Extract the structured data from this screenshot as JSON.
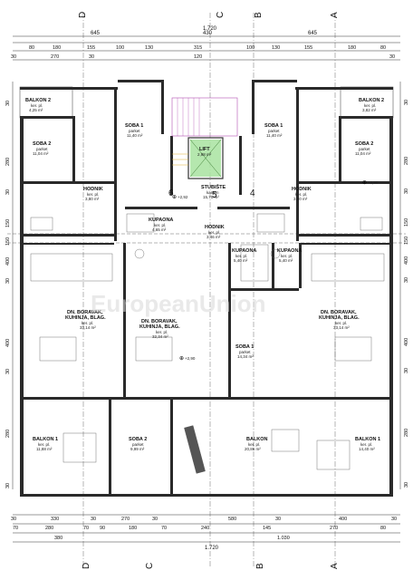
{
  "axes": {
    "top": [
      "D",
      "C",
      "B",
      "A"
    ],
    "bottom": [
      "D",
      "C",
      "B",
      "A"
    ]
  },
  "top_dims": {
    "row1": [
      "645",
      "430",
      "645"
    ],
    "row2": [
      "1.720"
    ],
    "row3": [
      "80",
      "180",
      "155",
      "100",
      "130",
      "315",
      "100",
      "130",
      "155",
      "180",
      "80"
    ],
    "row4": [
      "30",
      "270",
      "30",
      "120",
      "30"
    ]
  },
  "bottom_dims": {
    "row1": [
      "30",
      "330",
      "30",
      "270",
      "30",
      "580",
      "30",
      "400",
      "30"
    ],
    "row2": [
      "70",
      "280",
      "70",
      "90",
      "180",
      "70",
      "240",
      "145",
      "270",
      "80"
    ],
    "row3": [
      "380",
      "1.030"
    ],
    "row4": [
      "1.720"
    ]
  },
  "side_dims": {
    "left": [
      "30",
      "280",
      "30",
      "150",
      "150",
      "400",
      "30",
      "400",
      "30",
      "280",
      "30"
    ],
    "right": [
      "30",
      "280",
      "30",
      "150",
      "150",
      "400",
      "30",
      "400",
      "30",
      "280",
      "30"
    ]
  },
  "rooms": {
    "balkon2_left": {
      "name": "BALKON 2",
      "sub": "ker. pl.",
      "area": "4,25 m²"
    },
    "balkon2_right": {
      "name": "BALKON 2",
      "sub": "ker. pl.",
      "area": "3,82 m²"
    },
    "soba1_left": {
      "name": "SOBA 1",
      "sub": "parket",
      "area": "11,40 m²"
    },
    "soba1_right": {
      "name": "SOBA 1",
      "sub": "parket",
      "area": "11,40 m²"
    },
    "soba2_left": {
      "name": "SOBA 2",
      "sub": "parket",
      "area": "11,04 m²"
    },
    "soba2_right": {
      "name": "SOBA 2",
      "sub": "parket",
      "area": "11,04 m²"
    },
    "lift": {
      "name": "LIFT",
      "area": "2,98 m²"
    },
    "stubiste": {
      "name": "STUBIŠTE",
      "sub": "kamen",
      "area": "15,70 m²"
    },
    "hodnik_left": {
      "name": "HODNIK",
      "sub": "ker. pl.",
      "area": "3,80 m²"
    },
    "hodnik_right": {
      "name": "HODNIK",
      "sub": "ker. pl.",
      "area": "3,80 m²"
    },
    "hodnik_center": {
      "name": "HODNIK",
      "sub": "ker. pl.",
      "area": "3,46 m²"
    },
    "kupaona_left": {
      "name": "KUPAONA",
      "sub": "ker. pl.",
      "area": "4,65 m²"
    },
    "kupaona_c1": {
      "name": "KUPAONA",
      "sub": "ker. pl.",
      "area": "5,40 m²"
    },
    "kupaona_c2": {
      "name": "KUPAONA",
      "sub": "ker. pl.",
      "area": "5,40 m²"
    },
    "boravak_left": {
      "name": "DN. BORAVAK,",
      "name2": "KUHINJA, BLAG.",
      "sub": "ker. pl.",
      "area": "33,14 m²"
    },
    "boravak_right": {
      "name": "DN. BORAVAK,",
      "name2": "KUHINJA, BLAG.",
      "sub": "ker. pl.",
      "area": "33,14 m²"
    },
    "boravak_center": {
      "name": "DN. BORAVAK,",
      "name2": "KUHINJA, BLAG.",
      "sub": "ker. pl.",
      "area": "32,34 m²"
    },
    "soba1_center": {
      "name": "SOBA 1",
      "sub": "parket",
      "area": "14,34 m²"
    },
    "balkon1_left": {
      "name": "BALKON 1",
      "sub": "ker. pl.",
      "area": "11,88 m²"
    },
    "soba2_bottom": {
      "name": "SOBA 2",
      "sub": "parket",
      "area": "9,99 m²"
    },
    "balkon_center": {
      "name": "BALKON",
      "sub": "ker. pl.",
      "area": "20,86 m²"
    },
    "balkon1_right": {
      "name": "BALKON 1",
      "sub": "ker. pl.",
      "area": "14,40 m²"
    }
  },
  "apartment_numbers": [
    "6",
    "5",
    "4"
  ],
  "levels": [
    "+2,92",
    "+2,90",
    "+2,90"
  ],
  "watermark": "EuropeanUnion"
}
